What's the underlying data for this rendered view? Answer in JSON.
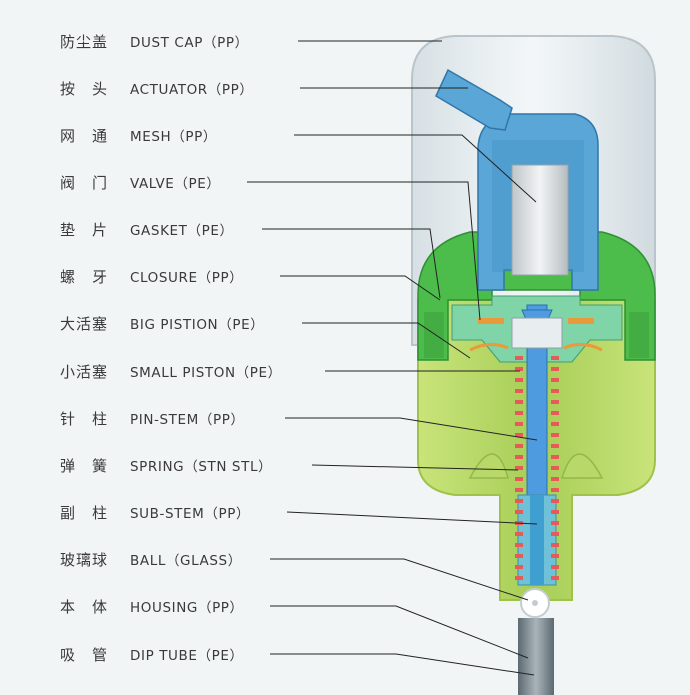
{
  "parts": [
    {
      "cn": "防尘盖",
      "en": "DUST CAP（PP）"
    },
    {
      "cn": "按　头",
      "en": "ACTUATOR（PP）"
    },
    {
      "cn": "网　通",
      "en": "MESH（PP）"
    },
    {
      "cn": "阀　门",
      "en": "VALVE（PE）"
    },
    {
      "cn": "垫　片",
      "en": "GASKET（PE）"
    },
    {
      "cn": "螺　牙",
      "en": "CLOSURE（PP）"
    },
    {
      "cn": "大活塞",
      "en": "BIG PISTION（PE）"
    },
    {
      "cn": "小活塞",
      "en": "SMALL PISTON（PE）"
    },
    {
      "cn": "针　柱",
      "en": "PIN-STEM（PP）"
    },
    {
      "cn": "弹　簧",
      "en": "SPRING（STN STL）"
    },
    {
      "cn": "副　柱",
      "en": "SUB-STEM（PP）"
    },
    {
      "cn": "玻璃球",
      "en": "BALL（GLASS）"
    },
    {
      "cn": "本　体",
      "en": "HOUSING（PP）"
    },
    {
      "cn": "吸　管",
      "en": "DIP TUBE（PE）"
    }
  ],
  "colors": {
    "text": "#3a3a3a",
    "leader": "#222222",
    "cap": "#dfe6ea",
    "actuator": "#5aa6d6",
    "closure": "#4cbc4a",
    "housing": "#b5d86a",
    "stem": "#4f9be0",
    "spring": "#e85a5a",
    "gasket": "#e89a3c",
    "tube": "#7d8a92"
  }
}
